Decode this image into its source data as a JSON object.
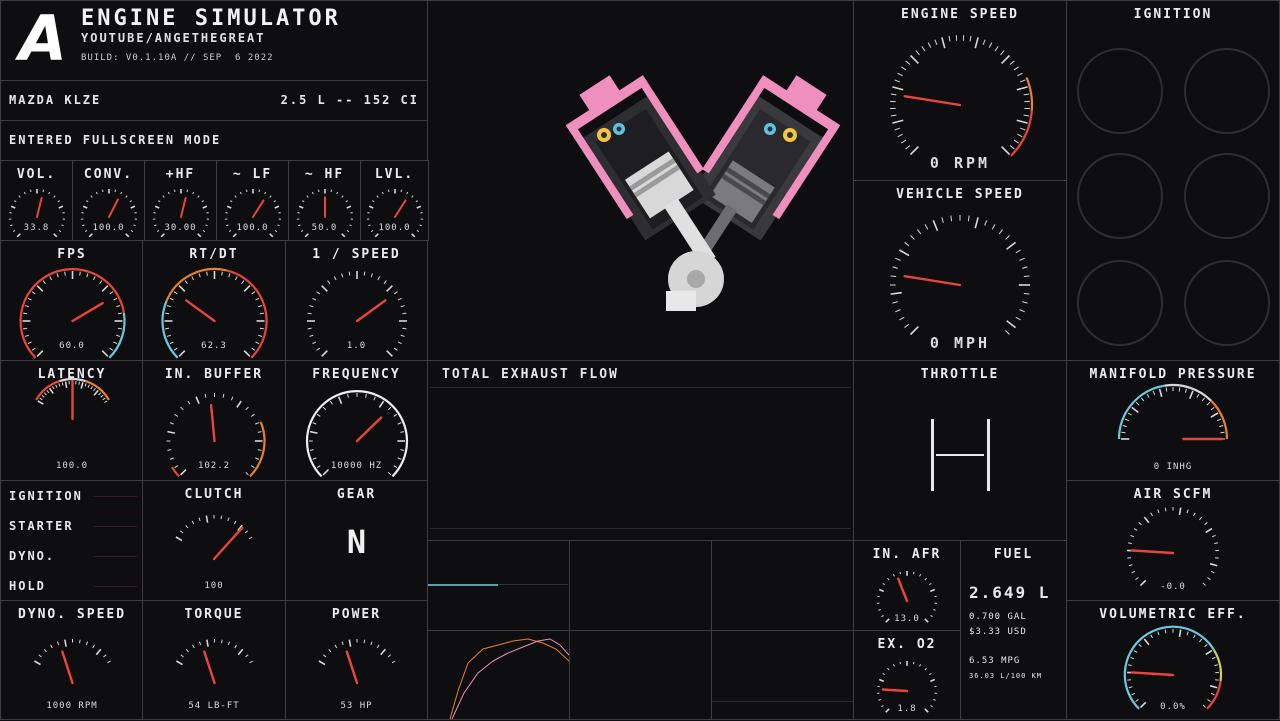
{
  "header": {
    "logo": "A",
    "title": "ENGINE SIMULATOR",
    "subtitle": "YOUTUBE/ANGETHEGREAT",
    "build": "BUILD: V0.1.10A // SEP  6 2022"
  },
  "engine_info": {
    "name": "MAZDA KLZE",
    "displacement": "2.5 L -- 152 CI"
  },
  "status_message": "ENTERED FULLSCREEN MODE",
  "audio_gauges": [
    {
      "label": "VOL.",
      "value": "33.8"
    },
    {
      "label": "CONV.",
      "value": "100.0"
    },
    {
      "label": "+HF",
      "value": "30.00"
    },
    {
      "label": "~ LF",
      "value": "100.0"
    },
    {
      "label": "~ HF",
      "value": "50.0"
    },
    {
      "label": "LVL.",
      "value": "100.0"
    }
  ],
  "perf_gauges": [
    {
      "label": "FPS",
      "value": "60.0"
    },
    {
      "label": "RT/DT",
      "value": "62.3"
    },
    {
      "label": "1 / SPEED",
      "value": "1.0"
    }
  ],
  "mid_gauges": [
    {
      "label": "LATENCY",
      "value": "100.0"
    },
    {
      "label": "IN. BUFFER",
      "value": "102.2"
    },
    {
      "label": "FREQUENCY",
      "value": "10000 HZ"
    }
  ],
  "controls": [
    {
      "label": "IGNITION"
    },
    {
      "label": "STARTER"
    },
    {
      "label": "DYNO."
    },
    {
      "label": "HOLD"
    }
  ],
  "clutch": {
    "label": "CLUTCH",
    "value": "100"
  },
  "gear": {
    "label": "GEAR",
    "value": "N"
  },
  "bottom_gauges": [
    {
      "label": "DYNO. SPEED",
      "value": "1000 RPM"
    },
    {
      "label": "TORQUE",
      "value": "54 LB-FT"
    },
    {
      "label": "POWER",
      "value": "53 HP"
    }
  ],
  "engine_speed": {
    "label": "ENGINE SPEED",
    "value": "0 RPM"
  },
  "vehicle_speed": {
    "label": "VEHICLE SPEED",
    "value": "0 MPH"
  },
  "ignition_panel": {
    "label": "IGNITION"
  },
  "exhaust": {
    "label": "TOTAL EXHAUST FLOW"
  },
  "throttle": {
    "label": "THROTTLE"
  },
  "manifold": {
    "label": "MANIFOLD PRESSURE",
    "value": "0 INHG"
  },
  "air_scfm": {
    "label": "AIR SCFM",
    "value": "-0.0"
  },
  "in_afr": {
    "label": "IN. AFR",
    "value": "13.0"
  },
  "ex_o2": {
    "label": "EX. O2",
    "value": "1.8"
  },
  "fuel": {
    "label": "FUEL",
    "liters": "2.649 L",
    "gal": "0.700 GAL",
    "usd": "$3.33 USD",
    "mpg": "6.53 MPG",
    "l100": "36.03 L/100 KM"
  },
  "volumetric": {
    "label": "VOLUMETRIC EFF.",
    "value": "0.0%"
  },
  "colors": {
    "border": "#3d3d42",
    "needle": "#e8453c",
    "redline": "#e8453c",
    "orange": "#e8802e",
    "cyan": "#6cc8e0",
    "yellow": "#d9d14a",
    "engine_pink": "#ee8fbd",
    "valve_yellow": "#f2c640",
    "valve_cyan": "#5cc3e6"
  }
}
